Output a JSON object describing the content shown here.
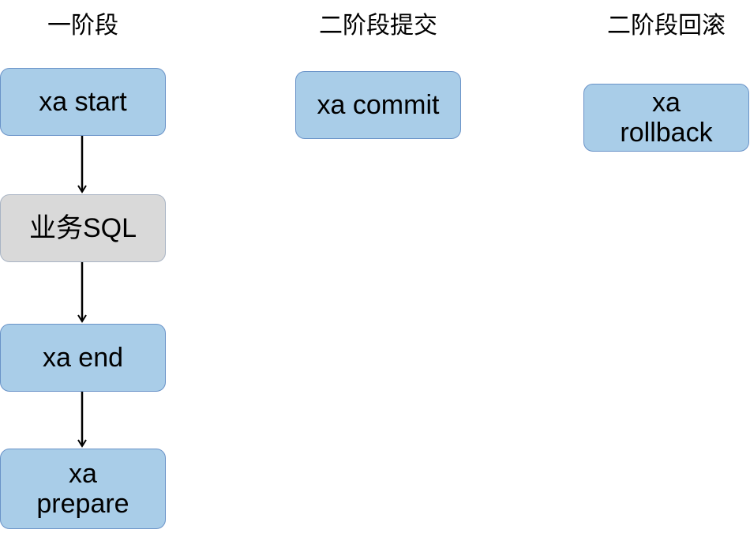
{
  "columns": {
    "phase1": {
      "title": "一阶段"
    },
    "phase2_commit": {
      "title": "二阶段提交"
    },
    "phase2_rollback": {
      "title": "二阶段回滚"
    }
  },
  "steps": {
    "xa_start": "xa start",
    "business_sql": "业务SQL",
    "xa_end": "xa end",
    "xa_prepare": "xa prepare",
    "xa_commit": "xa commit",
    "xa_rollback": "xa rollback"
  },
  "colors": {
    "box_fill": "#a9cde8",
    "box_border": "#6a93c8",
    "sql_box_fill": "#d9d9d9",
    "arrow": "#000000"
  }
}
